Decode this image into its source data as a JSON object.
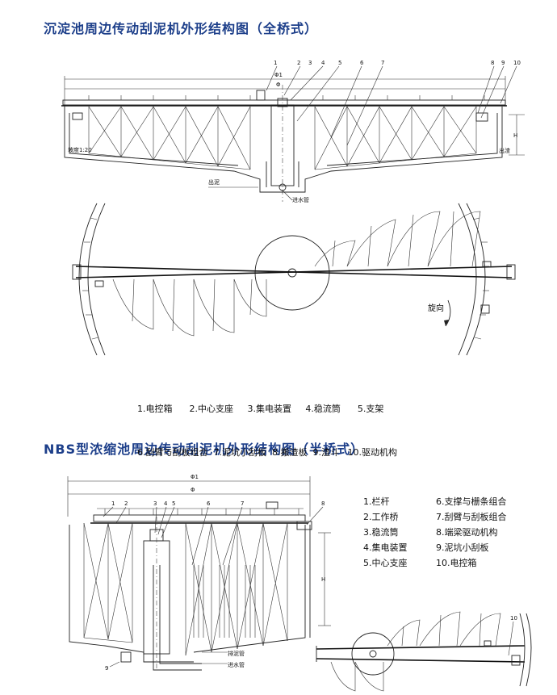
{
  "titles": {
    "top": "沉淀池周边传动刮泥机外形结构图（全桥式）",
    "bottom": "NBS型浓缩池周边传动刮泥机外形结构图（半桥式）"
  },
  "diagram1": {
    "numbers": [
      "1",
      "2",
      "3",
      "4",
      "5",
      "6",
      "7",
      "8",
      "9",
      "10"
    ],
    "phi1": "Φ1",
    "phi": "Φ",
    "slope": "坡度1:20",
    "sludge_out": "出泥",
    "water_in": "进水管",
    "h": "H",
    "outflow": "出渣",
    "rotation": "旋向",
    "legend_line1": "1.电控箱      2.中心支座     3.集电装置     4.稳流筒      5.支架",
    "legend_line2": "6.刮臂与刮板组合  7.泥坑小刮板  8.搬渣板  9.渣斗   10.驱动机构"
  },
  "diagram2": {
    "numbers": [
      "1",
      "2",
      "3",
      "4",
      "5",
      "6",
      "7",
      "8",
      "9",
      "10"
    ],
    "phi1": "Φ1",
    "phi": "Φ",
    "h": "H",
    "drain": "排泥管",
    "water_in": "进水管",
    "legend": [
      "1.栏杆",
      "6.支撑与栅条组合",
      "2.工作桥",
      "7.刮臂与刮板组合",
      "3.稳流筒",
      "8.端梁驱动机构",
      "4.集电装置",
      "9.泥坑小刮板",
      "5.中心支座",
      "10.电控箱"
    ]
  }
}
